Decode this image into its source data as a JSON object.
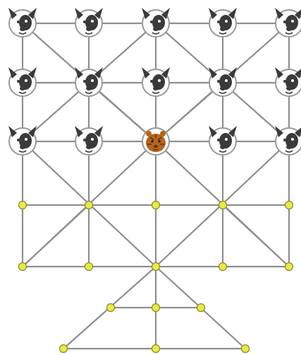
{
  "colors": {
    "background": "#ffffff",
    "board_line": "#8f8f8f",
    "empty_node_fill": "#e8e84a",
    "empty_node_stroke": "#8a8a2a",
    "token_ring": "#9a9a9a",
    "token_fill": "#ffffff",
    "dog_dark": "#3a3a3a",
    "tiger_fill": "#b5651d",
    "tiger_dark": "#5a3410"
  },
  "board": {
    "token_types": [
      "dog-icon",
      "tiger-icon",
      "empty-node"
    ],
    "grid_rows": [
      [
        "dog",
        "dog",
        "dog",
        "dog",
        "dog"
      ],
      [
        "dog",
        "dog",
        "dog",
        "dog",
        "dog"
      ],
      [
        "dog",
        "dog",
        "tiger",
        "dog",
        "dog"
      ],
      [
        "empty",
        "empty",
        "empty",
        "empty",
        "empty"
      ],
      [
        "empty",
        "empty",
        "empty",
        "empty",
        "empty"
      ]
    ],
    "tail_rows": [
      [
        "empty",
        "empty",
        "empty"
      ],
      [
        "empty",
        "empty",
        "empty"
      ]
    ],
    "counts": {
      "dogs": 14,
      "tigers": 1,
      "empty_nodes": 16
    }
  }
}
